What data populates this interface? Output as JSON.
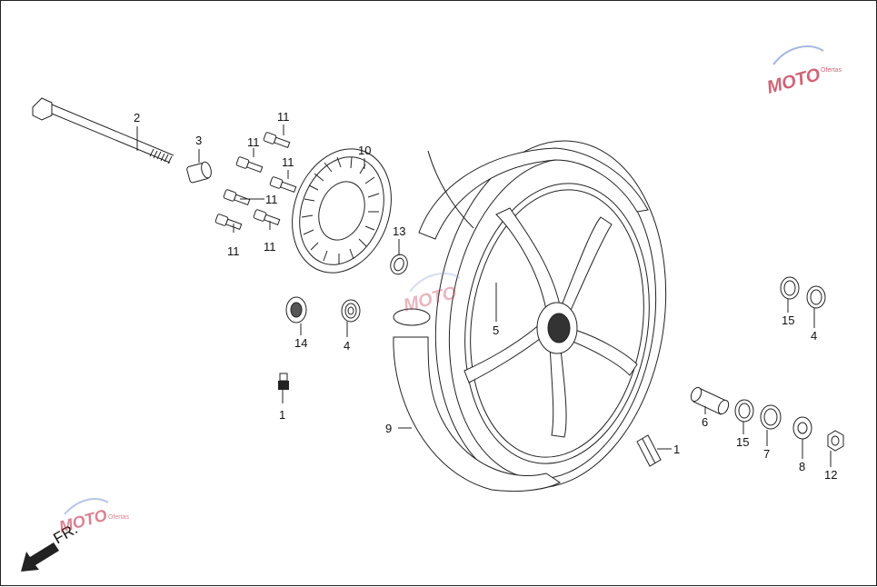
{
  "diagram": {
    "orientation_label": "FR.",
    "callouts": [
      {
        "id": "c2a",
        "text": "2"
      },
      {
        "id": "c3",
        "text": "3"
      },
      {
        "id": "c11a",
        "text": "11"
      },
      {
        "id": "c11b",
        "text": "11"
      },
      {
        "id": "c11c",
        "text": "11"
      },
      {
        "id": "c11d",
        "text": "11"
      },
      {
        "id": "c11e",
        "text": "11"
      },
      {
        "id": "c11f",
        "text": "11"
      },
      {
        "id": "c10",
        "text": "10"
      },
      {
        "id": "c13",
        "text": "13"
      },
      {
        "id": "c14",
        "text": "14"
      },
      {
        "id": "c4a",
        "text": "4"
      },
      {
        "id": "c1a",
        "text": "1"
      },
      {
        "id": "c5",
        "text": "5"
      },
      {
        "id": "c9",
        "text": "9"
      },
      {
        "id": "c15a",
        "text": "15"
      },
      {
        "id": "c4b",
        "text": "4"
      },
      {
        "id": "c6",
        "text": "6"
      },
      {
        "id": "c15b",
        "text": "15"
      },
      {
        "id": "c7",
        "text": "7"
      },
      {
        "id": "c8",
        "text": "8"
      },
      {
        "id": "c12",
        "text": "12"
      },
      {
        "id": "c1b",
        "text": "1"
      }
    ],
    "watermark": {
      "main": "MOTO",
      "sub": "Ofertas",
      "color": "#c0304a"
    }
  }
}
